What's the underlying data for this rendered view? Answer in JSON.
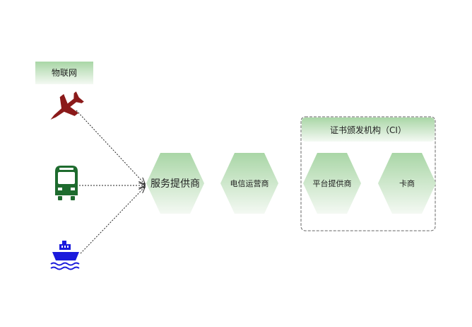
{
  "iot_label": "物联网",
  "icons": [
    {
      "name": "airplane-icon",
      "color": "#8b1a1a"
    },
    {
      "name": "bus-icon",
      "color": "#1e6b2e"
    },
    {
      "name": "ship-icon",
      "color": "#1a1adc"
    }
  ],
  "nodes": {
    "service_provider": "服务提供商",
    "telecom_operator": "电信运营商",
    "platform_provider": "平台提供商",
    "card_vendor": "卡商"
  },
  "ci_group": {
    "title": "证书颁发机构（CI）"
  },
  "colors": {
    "hex_top": "#a9d6a6",
    "hex_bottom": "#f4f9f3",
    "panel_top": "#a9d6a6",
    "panel_bottom": "#f4f9f3"
  }
}
